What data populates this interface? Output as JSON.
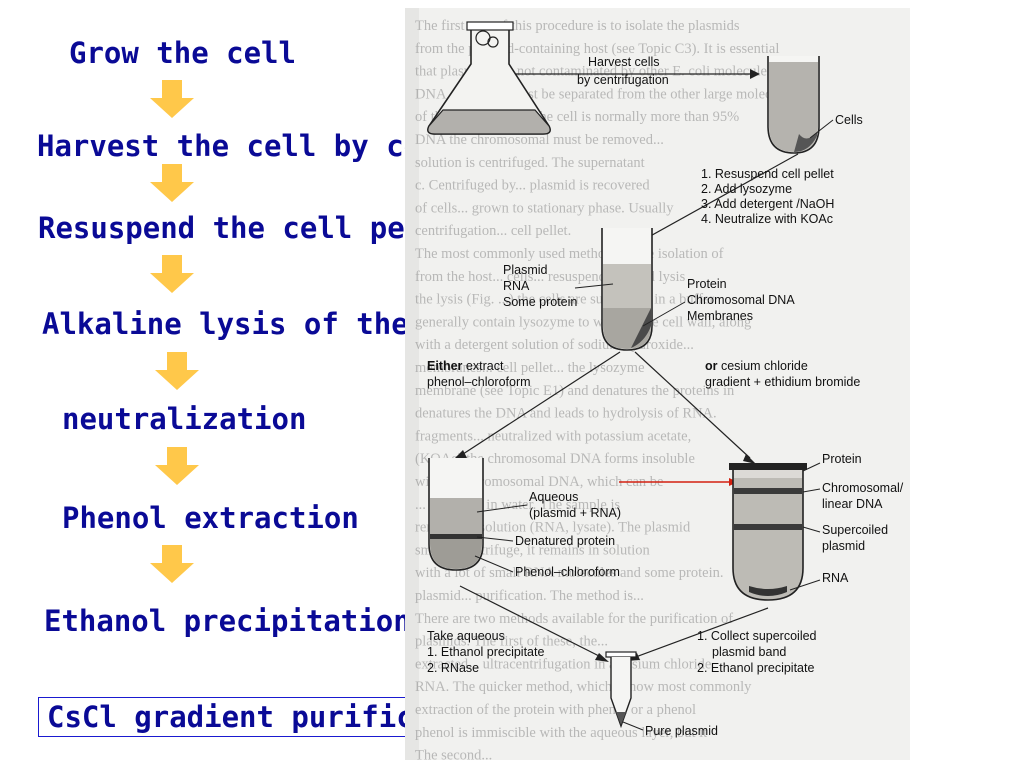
{
  "steps": [
    "Grow the cell",
    "Harvest the cell by centrifugation",
    "Resuspend the cell pellet",
    "Alkaline lysis of the cell",
    "neutralization",
    "Phenol extraction",
    "Ethanol precipitation",
    "CsCl gradient purification"
  ],
  "figure": {
    "harvest": [
      "Harvest cells",
      "by centrifugation"
    ],
    "cells": "Cells",
    "lysis_steps": [
      "1. Resuspend cell pellet",
      "2. Add lysozyme",
      "3. Add detergent /NaOH",
      "4. Neutralize with KOAc"
    ],
    "supernatant": [
      "Plasmid",
      "RNA",
      "Some protein"
    ],
    "pellet": [
      "Protein",
      "Chromosomal DNA",
      "Membranes"
    ],
    "either": [
      "Either",
      "extract",
      "phenol–chloroform"
    ],
    "or": [
      "or",
      "cesium chloride",
      "gradient + ethidium bromide"
    ],
    "aqueous": [
      "Aqueous",
      "(plasmid + RNA)"
    ],
    "denatured": "Denatured protein",
    "phenol_layer": "Phenol–chloroform",
    "cscl_bands": {
      "protein": "Protein",
      "chromosomal": [
        "Chromosomal/",
        "linear DNA"
      ],
      "supercoiled": [
        "Supercoiled",
        "plasmid"
      ],
      "rna": "RNA"
    },
    "take_aqueous": [
      "Take aqueous",
      "1. Ethanol precipitate",
      "2. RNase"
    ],
    "collect": [
      "1. Collect supercoiled",
      "plasmid band",
      "2. Ethanol precipitate"
    ],
    "pure": "Pure plasmid"
  },
  "background_text": [
    "The first step of this procedure is to isolate the plasmids",
    "from the plasmid-containing host (see Topic C3). It is essential",
    "that plasmids are not contaminated by other E. coli molecules.",
    "DNA, therefore must be separated from the other large molecules",
    "of the host. Because the cell is normally more than 95%",
    "DNA the chromosomal must be removed...",
    "solution is centrifuged. The supernatant",
    "c. Centrifuged by... plasmid is recovered",
    "of cells... grown to stationary phase. Usually",
    "centrifugation... cell pellet.",
    "The most commonly used method for the isolation of",
    "from the host... cells... resuspended... and lysis",
    "the lysis (Fig. ...) the cells are suspended in a buffer",
    "generally contain lysozyme to weaken the cell wall, along",
    "with a detergent solution of sodium hydroxide...",
    "membranes... cell pellet... the lysozyme",
    "membrane (see Topic E1) and denatures the proteins in",
    "denatures the DNA and leads to hydrolysis of RNA.",
    "fragments... neutralized with potassium acetate,",
    "(KOAc) the chromosomal DNA forms insoluble",
    "with the chromosomal DNA, which can be",
    "... insoluble in water. The sample is",
    "remains in solution (RNA, lysate). The plasmid",
    "small... centrifuge, it remains in solution",
    "with a lot of small RNA molecules and some protein.",
    "plasmid... purification. The method is...",
    "There are two methods available for the purification of",
    "plasmids. The first of these, the...",
    "extracted... ultracentrifugation in a cesium chloride",
    "RNA. The quicker method, which is now most commonly",
    "extraction of the protein with phenol or a phenol",
    "phenol is immiscible with the aqueous layer, but it",
    "The second..."
  ],
  "colors": {
    "step_text": "#0a0a96",
    "arrow_fill": "#ffc84a",
    "red_arrow": "#d42010",
    "box_border": "#1a1ad0"
  }
}
